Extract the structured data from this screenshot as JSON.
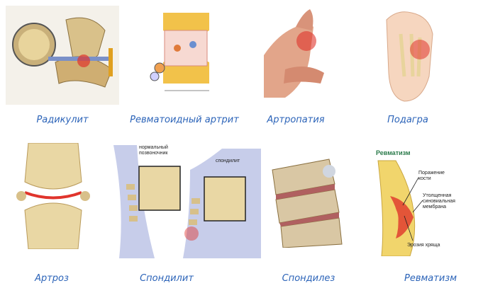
{
  "captions": {
    "radiculitis": "Радикулит",
    "rheumatoid_arthritis": "Ревматоидный артрит",
    "arthropathy": "Артропатия",
    "gout": "Подагра",
    "arthrosis": "Артроз",
    "spondylitis": "Спондилит",
    "spondylosis": "Спондилез",
    "rheumatism": "Ревматизм"
  },
  "spondylitis_labels": {
    "normal_vertebra_line1": "нормальный",
    "normal_vertebra_line2": "позвоночник",
    "spondylitis": "спондилит"
  },
  "rheumatism_labels": {
    "title": "Ревматизм",
    "bone_lesion_line1": "Поражение",
    "bone_lesion_line2": "кости",
    "membrane_line1": "Утолщенная",
    "membrane_line2": "синовиальная",
    "membrane_line3": "мембрана",
    "cartilage_erosion": "Эрозия хряща"
  },
  "colors": {
    "caption": "#2b63b8",
    "inflammation": "#e0342c",
    "bone": "#e9d7a4"
  }
}
